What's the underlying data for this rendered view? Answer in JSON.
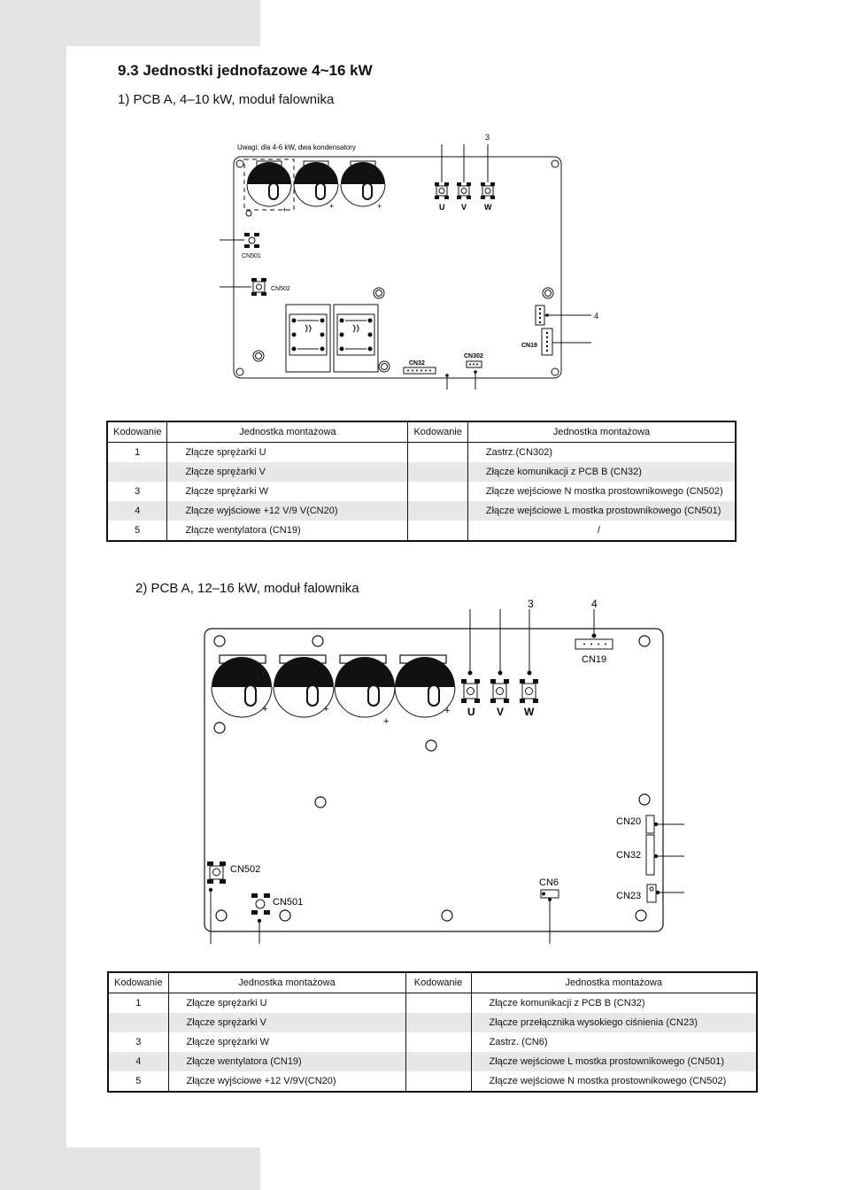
{
  "page": {
    "section_title": "9.3 Jednostki jednofazowe 4~16 kW",
    "diagram1_title": "1) PCB A, 4–10 kW, moduł falownika",
    "diagram2_title": "2) PCB A, 12–16 kW, moduł falownika"
  },
  "diagram1": {
    "note": "Uwagi: dla 4-6 kW, dwa kondensatory",
    "callout_3": "3",
    "callout_4": "4",
    "u": "U",
    "v": "V",
    "w": "W",
    "cn501": "CN501",
    "cn502": "CN502",
    "cn19": "CN19",
    "cn32": "CN32",
    "cn302": "CN302",
    "plus": "+"
  },
  "diagram2": {
    "callout_3": "3",
    "callout_4": "4",
    "u": "U",
    "v": "V",
    "w": "W",
    "cn19": "CN19",
    "cn20": "CN20",
    "cn32": "CN32",
    "cn23": "CN23",
    "cn6": "CN6",
    "cn502": "CN502",
    "cn501": "CN501",
    "plus": "+"
  },
  "table1": {
    "headers": [
      "Kodowanie",
      "Jednostka montażowa",
      "Kodowanie",
      "Jednostka montażowa"
    ],
    "rows": [
      {
        "code1": "1",
        "unit1": "Złącze sprężarki U",
        "code2": "",
        "unit2": "Zastrz.(CN302)"
      },
      {
        "code1": "",
        "unit1": "Złącze sprężarki V",
        "code2": "",
        "unit2": "Złącze komunikacji z PCB B (CN32)"
      },
      {
        "code1": "3",
        "unit1": "Złącze sprężarki W",
        "code2": "",
        "unit2": "Złącze wejściowe N mostka prostownikowego (CN502)"
      },
      {
        "code1": "4",
        "unit1": "Złącze wyjściowe +12 V/9 V(CN20)",
        "code2": "",
        "unit2": "Złącze wejściowe L mostka prostownikowego (CN501)"
      },
      {
        "code1": "5",
        "unit1": "Złącze wentylatora (CN19)",
        "code2": "",
        "unit2": "/"
      }
    ]
  },
  "table2": {
    "headers": [
      "Kodowanie",
      "Jednostka montażowa",
      "Kodowanie",
      "Jednostka montażowa"
    ],
    "rows": [
      {
        "code1": "1",
        "unit1": "Złącze sprężarki U",
        "code2": "",
        "unit2": "Złącze komunikacji z PCB B (CN32)"
      },
      {
        "code1": "",
        "unit1": "Złącze sprężarki V",
        "code2": "",
        "unit2": "Złącze przełącznika wysokiego ciśnienia (CN23)"
      },
      {
        "code1": "3",
        "unit1": "Złącze sprężarki W",
        "code2": "",
        "unit2": "Zastrz. (CN6)"
      },
      {
        "code1": "4",
        "unit1": "Złącze wentylatora (CN19)",
        "code2": "",
        "unit2": "Złącze wejściowe L mostka prostownikowego (CN501)"
      },
      {
        "code1": "5",
        "unit1": "Złącze wyjściowe +12 V/9V(CN20)",
        "code2": "",
        "unit2": "Złącze wejściowe N mostka prostownikowego (CN502)"
      }
    ]
  }
}
